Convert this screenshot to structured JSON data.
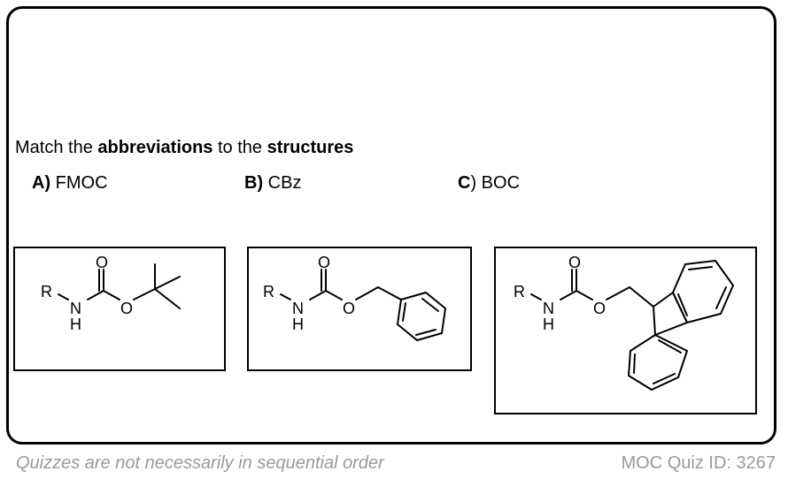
{
  "question": {
    "prefix": "Match the ",
    "bold1": "abbreviations",
    "middle": " to the ",
    "bold2": "structures"
  },
  "options": [
    {
      "letter": "A)",
      "text": " FMOC"
    },
    {
      "letter": "B)",
      "text": " CBz"
    },
    {
      "letter": "C",
      "text": ") BOC"
    }
  ],
  "atoms": {
    "R": "R",
    "N": "N",
    "H": "H",
    "O": "O"
  },
  "footer": {
    "note": "Quizzes are not necessarily in sequential order",
    "quiz_id": "MOC Quiz ID: 3267"
  }
}
